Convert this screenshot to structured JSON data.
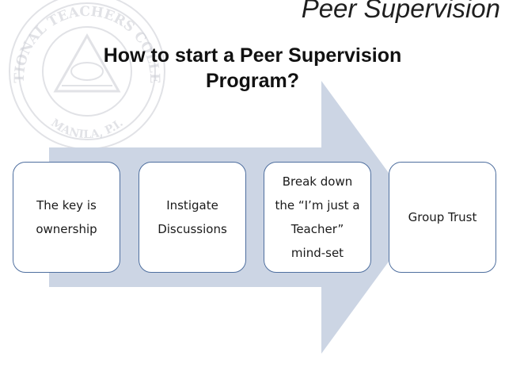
{
  "slide": {
    "header_title": "Peer Supervision",
    "headline_line1": "How to start a Peer Supervision",
    "headline_line2": "Program?",
    "seal_text": "NATIONAL TEACHERS COLLEGE • MANILA, P.I.",
    "steps": [
      {
        "label": "The key is\nownership"
      },
      {
        "label": "Instigate\nDiscussions"
      },
      {
        "label": "Break down\nthe “I’m just a\nTeacher”\nmind-set"
      },
      {
        "label": "Group Trust"
      }
    ]
  },
  "colors": {
    "arrow_fill": "#ccd5e4",
    "box_border": "#4f6f9f",
    "seal": "#c9cbd3"
  }
}
